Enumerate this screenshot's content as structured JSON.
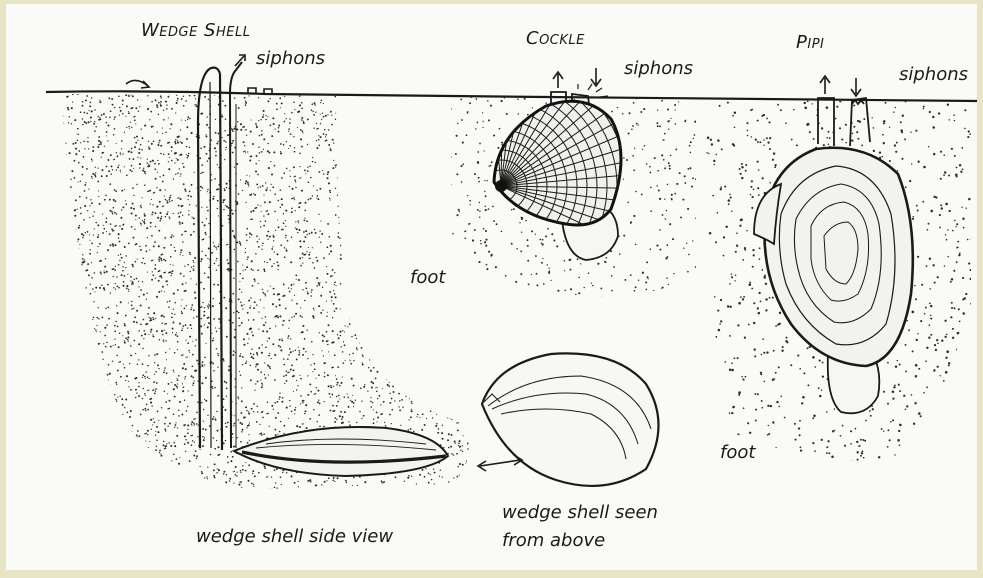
{
  "labels": {
    "wedge_shell": "Wedge Shell",
    "cockle": "Cockle",
    "pipi": "Pipi",
    "siphons_wedge": "siphons",
    "siphons_cockle": "siphons",
    "siphons_pipi": "siphons",
    "foot_cockle": "foot",
    "foot_pipi": "foot",
    "side_view": "wedge shell side view",
    "from_above_line1": "wedge shell seen",
    "from_above_line2": "from above"
  },
  "colors": {
    "background": "#e8e4c6",
    "paper": "#fafaf8",
    "ink": "#1a1a1a"
  }
}
